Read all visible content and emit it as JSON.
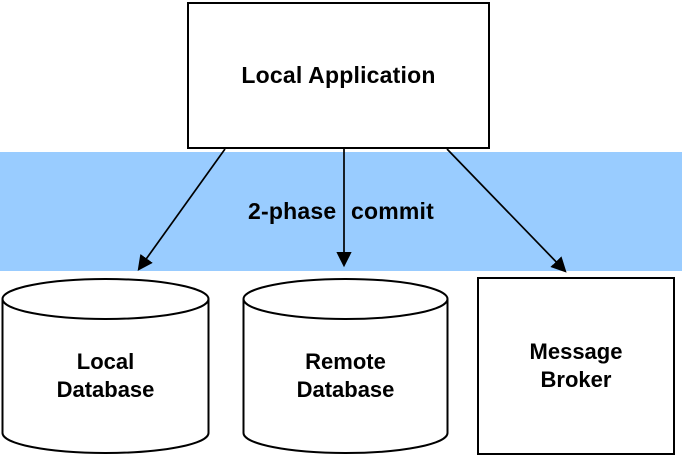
{
  "diagram": {
    "band": {
      "label": "2-phase commit"
    },
    "nodes": {
      "local_application": {
        "label": "Local Application",
        "shape": "rectangle"
      },
      "local_database": {
        "line1": "Local",
        "line2": "Database",
        "shape": "cylinder"
      },
      "remote_database": {
        "line1": "Remote",
        "line2": "Database",
        "shape": "cylinder"
      },
      "message_broker": {
        "line1": "Message",
        "line2": "Broker",
        "shape": "rectangle"
      }
    },
    "edges": [
      {
        "from": "local_application",
        "to": "local_database"
      },
      {
        "from": "local_application",
        "to": "remote_database"
      },
      {
        "from": "local_application",
        "to": "message_broker"
      }
    ],
    "colors": {
      "band_background": "#99CCFF",
      "stroke": "#000000",
      "node_fill": "#FFFFFF",
      "text": "#000000"
    }
  }
}
